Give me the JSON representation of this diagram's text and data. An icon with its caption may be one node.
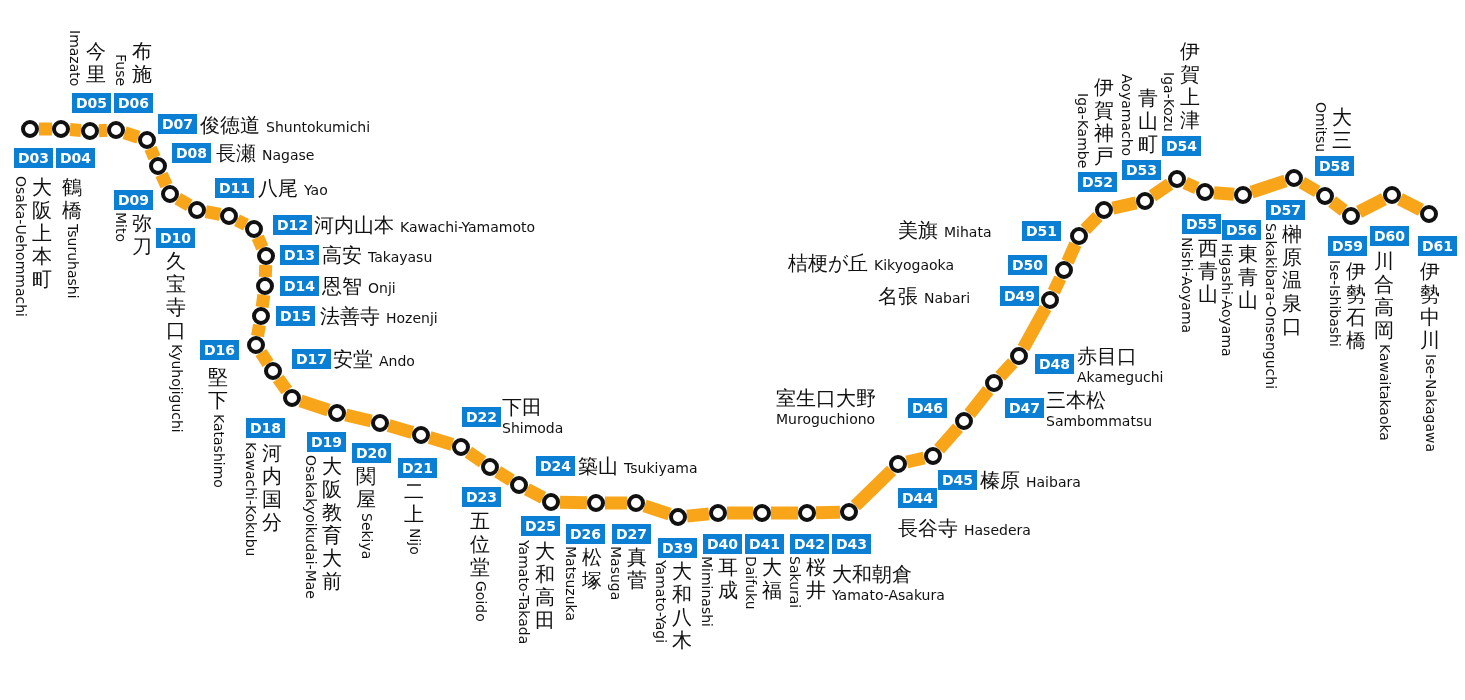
{
  "diagram": {
    "nodes": [
      {
        "text": [],
        "shape": "circle",
        "beside": [
          "D03",
          "大阪上本町",
          "Osaka-Uehommachi"
        ]
      },
      {
        "text": [],
        "shape": "circle",
        "beside": [
          "D04",
          "鶴橋",
          "Tsuruhashi"
        ]
      },
      {
        "text": [],
        "shape": "circle",
        "beside": [
          "D05",
          "今里",
          "Imazato"
        ]
      },
      {
        "text": [],
        "shape": "circle",
        "beside": [
          "D06",
          "布施",
          "Fuse"
        ]
      },
      {
        "text": [],
        "shape": "circle",
        "beside": [
          "D07",
          "俊徳道",
          "Shuntokumichi"
        ]
      },
      {
        "text": [],
        "shape": "circle",
        "beside": [
          "D08",
          "長瀬",
          "Nagase"
        ]
      },
      {
        "text": [],
        "shape": "circle",
        "beside": [
          "D09",
          "弥刀",
          "Mito"
        ]
      },
      {
        "text": [],
        "shape": "circle",
        "beside": [
          "D10",
          "久宝寺口",
          "Kyuhojiguchi"
        ]
      },
      {
        "text": [],
        "shape": "circle",
        "beside": [
          "D11",
          "八尾",
          "Yao"
        ]
      },
      {
        "text": [],
        "shape": "circle",
        "beside": [
          "D12",
          "河内山本",
          "Kawachi-Yamamoto"
        ]
      },
      {
        "text": [],
        "shape": "circle",
        "beside": [
          "D13",
          "高安",
          "Takayasu"
        ]
      },
      {
        "text": [],
        "shape": "circle",
        "beside": [
          "D14",
          "恩智",
          "Onji"
        ]
      },
      {
        "text": [],
        "shape": "circle",
        "beside": [
          "D15",
          "法善寺",
          "Hozenji"
        ]
      },
      {
        "text": [],
        "shape": "circle",
        "beside": [
          "D16",
          "堅下",
          "Katashimo"
        ]
      },
      {
        "text": [],
        "shape": "circle",
        "beside": [
          "D17",
          "安堂",
          "Ando"
        ]
      },
      {
        "text": [],
        "shape": "circle",
        "beside": [
          "D18",
          "河内国分",
          "Kawachi-Kokubu"
        ]
      },
      {
        "text": [],
        "shape": "circle",
        "beside": [
          "D19",
          "大阪教育大前",
          "Osakakyoikudai-Mae"
        ]
      },
      {
        "text": [],
        "shape": "circle",
        "beside": [
          "D20",
          "関屋",
          "Sekiya"
        ]
      },
      {
        "text": [],
        "shape": "circle",
        "beside": [
          "D21",
          "二上",
          "Nijo"
        ]
      },
      {
        "text": [],
        "shape": "circle",
        "beside": [
          "D22",
          "下田",
          "Shimoda"
        ]
      },
      {
        "text": [],
        "shape": "circle",
        "beside": [
          "D23",
          "五位堂",
          "Goido"
        ]
      },
      {
        "text": [],
        "shape": "circle",
        "beside": [
          "D24",
          "築山",
          "Tsukiyama"
        ]
      },
      {
        "text": [],
        "shape": "circle",
        "beside": [
          "D25",
          "大和高田",
          "Yamato-Takada"
        ]
      },
      {
        "text": [],
        "shape": "circle",
        "beside": [
          "D26",
          "松塚",
          "Matsuzuka"
        ]
      },
      {
        "text": [],
        "shape": "circle",
        "beside": [
          "D27",
          "真菅",
          "Masuga"
        ]
      },
      {
        "text": [],
        "shape": "circle",
        "beside": [
          "D39",
          "大和八木",
          "Yamato-Yagi"
        ]
      },
      {
        "text": [],
        "shape": "circle",
        "beside": [
          "D40",
          "耳成",
          "Miminashi"
        ]
      },
      {
        "text": [],
        "shape": "circle",
        "beside": [
          "D41",
          "大福",
          "Daifuku"
        ]
      },
      {
        "text": [],
        "shape": "circle",
        "beside": [
          "D42",
          "桜井",
          "Sakurai"
        ]
      },
      {
        "text": [],
        "shape": "circle",
        "beside": [
          "D43",
          "大和朝倉",
          "Yamato-Asakura"
        ]
      },
      {
        "text": [],
        "shape": "circle",
        "beside": [
          "D44",
          "長谷寺",
          "Hasedera"
        ]
      },
      {
        "text": [],
        "shape": "circle",
        "beside": [
          "D45",
          "榛原",
          "Haibara"
        ]
      },
      {
        "text": [],
        "shape": "circle",
        "beside": [
          "D46",
          "室生口大野",
          "Muroguchiono"
        ]
      },
      {
        "text": [],
        "shape": "circle",
        "beside": [
          "D47",
          "三本松",
          "Sambommatsu"
        ]
      },
      {
        "text": [],
        "shape": "circle",
        "beside": [
          "D48",
          "赤目口",
          "Akameguchi"
        ]
      },
      {
        "text": [],
        "shape": "circle",
        "beside": [
          "D49",
          "名張",
          "Nabari"
        ]
      },
      {
        "text": [],
        "shape": "circle",
        "beside": [
          "D50",
          "桔梗が丘",
          "Kikyogaoka"
        ]
      },
      {
        "text": [],
        "shape": "circle",
        "beside": [
          "D51",
          "美旗",
          "Mihata"
        ]
      },
      {
        "text": [],
        "shape": "circle",
        "beside": [
          "D52",
          "伊賀神戸",
          "Iga-Kambe"
        ]
      },
      {
        "text": [],
        "shape": "circle",
        "beside": [
          "D53",
          "青山町",
          "Aoyamacho"
        ]
      },
      {
        "text": [],
        "shape": "circle",
        "beside": [
          "D54",
          "伊賀上津",
          "Iga-Kozu"
        ]
      },
      {
        "text": [],
        "shape": "circle",
        "beside": [
          "D55",
          "西青山",
          "Nishi-Aoyama"
        ]
      },
      {
        "text": [],
        "shape": "circle",
        "beside": [
          "D56",
          "東青山",
          "Higashi-Aoyama"
        ]
      },
      {
        "text": [],
        "shape": "circle",
        "beside": [
          "D57",
          "榊原温泉口",
          "Sakakibara-Onsenguchi"
        ]
      },
      {
        "text": [],
        "shape": "circle",
        "beside": [
          "D58",
          "大三",
          "Omitsu"
        ]
      },
      {
        "text": [],
        "shape": "circle",
        "beside": [
          "D59",
          "伊勢石橋",
          "Ise-Ishibashi"
        ]
      },
      {
        "text": [],
        "shape": "circle",
        "beside": [
          "D60",
          "川合高岡",
          "Kawaitakaoka"
        ]
      },
      {
        "text": [],
        "shape": "circle",
        "beside": [
          "D61",
          "伊勢中川",
          "Ise-Nakagawa"
        ]
      }
    ],
    "edges": [
      {
        "from": 0,
        "to": 1,
        "arrow": "none"
      },
      {
        "from": 1,
        "to": 2,
        "arrow": "none"
      },
      {
        "from": 2,
        "to": 3,
        "arrow": "none"
      },
      {
        "from": 3,
        "to": 4,
        "arrow": "none"
      },
      {
        "from": 4,
        "to": 5,
        "arrow": "none"
      },
      {
        "from": 5,
        "to": 6,
        "arrow": "none"
      },
      {
        "from": 6,
        "to": 7,
        "arrow": "none"
      },
      {
        "from": 7,
        "to": 8,
        "arrow": "none"
      },
      {
        "from": 8,
        "to": 9,
        "arrow": "none"
      },
      {
        "from": 9,
        "to": 10,
        "arrow": "none"
      },
      {
        "from": 10,
        "to": 11,
        "arrow": "none"
      },
      {
        "from": 11,
        "to": 12,
        "arrow": "none"
      },
      {
        "from": 12,
        "to": 13,
        "arrow": "none"
      },
      {
        "from": 13,
        "to": 14,
        "arrow": "none"
      },
      {
        "from": 14,
        "to": 15,
        "arrow": "none"
      },
      {
        "from": 15,
        "to": 16,
        "arrow": "none"
      },
      {
        "from": 16,
        "to": 17,
        "arrow": "none"
      },
      {
        "from": 17,
        "to": 18,
        "arrow": "none"
      },
      {
        "from": 18,
        "to": 19,
        "arrow": "none"
      },
      {
        "from": 19,
        "to": 20,
        "arrow": "none"
      },
      {
        "from": 20,
        "to": 21,
        "arrow": "none"
      },
      {
        "from": 21,
        "to": 22,
        "arrow": "none"
      },
      {
        "from": 22,
        "to": 23,
        "arrow": "none"
      },
      {
        "from": 23,
        "to": 24,
        "arrow": "none"
      },
      {
        "from": 24,
        "to": 25,
        "arrow": "none"
      },
      {
        "from": 25,
        "to": 26,
        "arrow": "none"
      },
      {
        "from": 26,
        "to": 27,
        "arrow": "none"
      },
      {
        "from": 27,
        "to": 28,
        "arrow": "none"
      },
      {
        "from": 28,
        "to": 29,
        "arrow": "none"
      },
      {
        "from": 29,
        "to": 30,
        "arrow": "none"
      },
      {
        "from": 30,
        "to": 31,
        "arrow": "none"
      },
      {
        "from": 31,
        "to": 32,
        "arrow": "none"
      },
      {
        "from": 32,
        "to": 33,
        "arrow": "none"
      },
      {
        "from": 33,
        "to": 34,
        "arrow": "none"
      },
      {
        "from": 34,
        "to": 35,
        "arrow": "none"
      },
      {
        "from": 35,
        "to": 36,
        "arrow": "none"
      },
      {
        "from": 36,
        "to": 37,
        "arrow": "none"
      },
      {
        "from": 37,
        "to": 38,
        "arrow": "none"
      },
      {
        "from": 38,
        "to": 39,
        "arrow": "none"
      },
      {
        "from": 39,
        "to": 40,
        "arrow": "none"
      },
      {
        "from": 40,
        "to": 41,
        "arrow": "none"
      },
      {
        "from": 41,
        "to": 42,
        "arrow": "none"
      },
      {
        "from": 42,
        "to": 43,
        "arrow": "none"
      },
      {
        "from": 43,
        "to": 44,
        "arrow": "none"
      },
      {
        "from": 44,
        "to": 45,
        "arrow": "none"
      },
      {
        "from": 45,
        "to": 46,
        "arrow": "none"
      },
      {
        "from": 46,
        "to": 47,
        "arrow": "none"
      }
    ]
  }
}
